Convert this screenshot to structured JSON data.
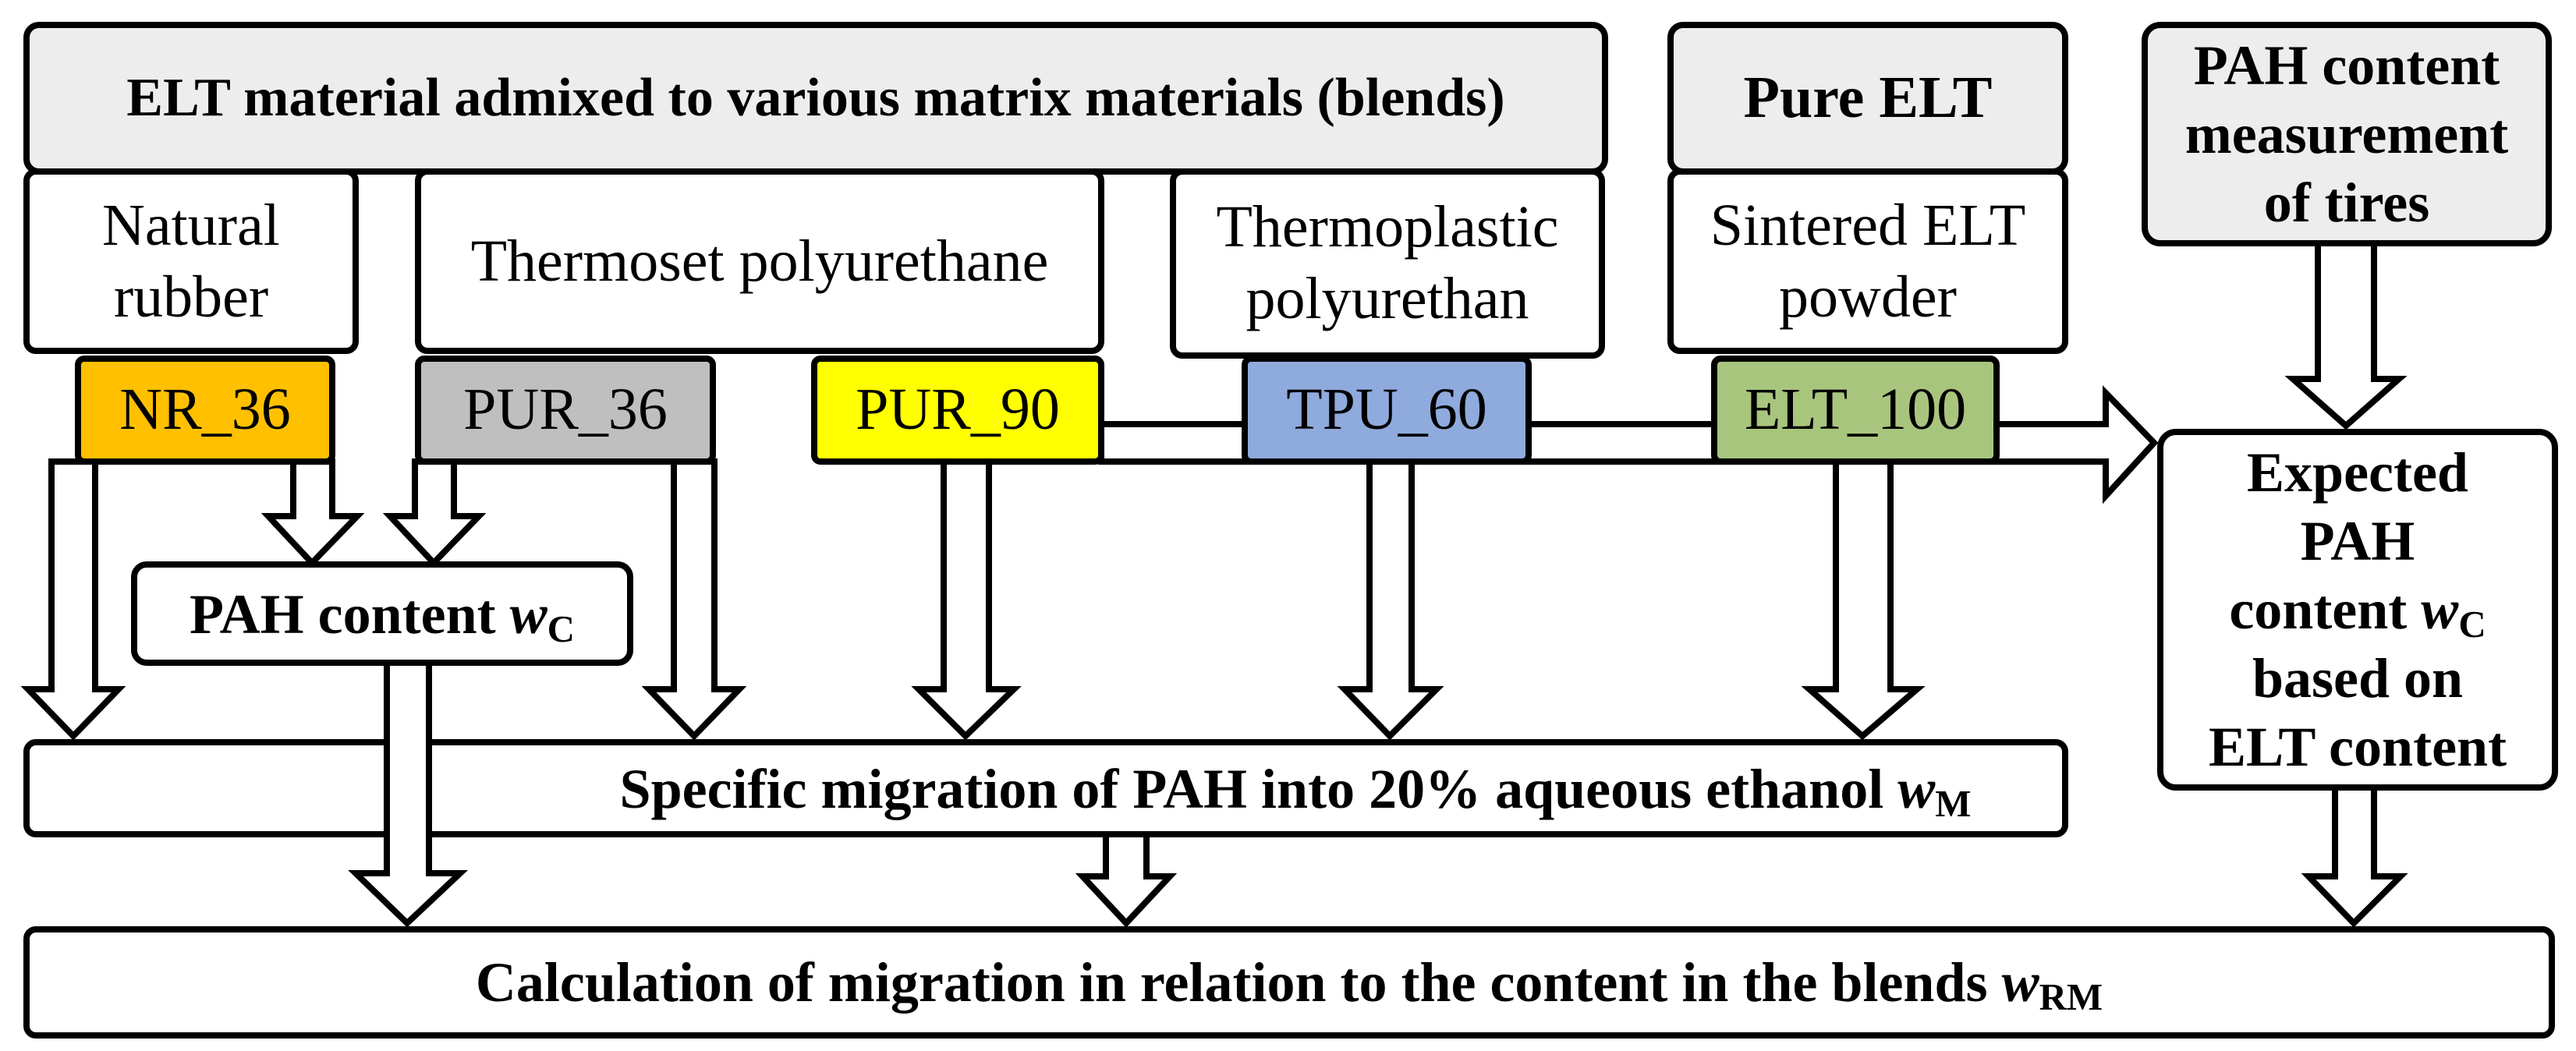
{
  "colors": {
    "canvas-bg": "#ffffff",
    "box-border": "#000000",
    "gray-fill": "#ededed",
    "nr36-fill": "#ffc000",
    "pur36-fill": "#bfbfbf",
    "pur90-fill": "#ffff00",
    "tpu60-fill": "#8faadc",
    "elt100-fill": "#a8c57e"
  },
  "header": {
    "label": "ELT material admixed to various matrix materials (blends)"
  },
  "matrix_boxes": {
    "natural_rubber": "Natural rubber",
    "thermoset_pu": "Thermoset polyurethane",
    "thermoplastic_pu": "Thermoplastic polyurethan"
  },
  "pure_elt": {
    "title": "Pure ELT",
    "subtitle": "Sintered ELT powder"
  },
  "tires_box": {
    "line1": "PAH content",
    "line2": "measurement",
    "line3": "of tires"
  },
  "samples": {
    "nr36": "NR_36",
    "pur36": "PUR_36",
    "pur90": "PUR_90",
    "tpu60": "TPU_60",
    "elt100": "ELT_100"
  },
  "pah_content_box": {
    "prefix": "PAH content ",
    "var": "w",
    "sub": "C"
  },
  "migration_bar": {
    "prefix": "Specific migration of PAH into 20% aqueous ethanol ",
    "var": "w",
    "sub": "M"
  },
  "expected_box": {
    "line1": "Expected",
    "line2": "PAH",
    "line3_prefix": "content ",
    "var": "w",
    "sub": "C",
    "line4": "based on",
    "line5": "ELT content"
  },
  "calculation_bar": {
    "prefix": "Calculation of migration in relation to the content in the blends ",
    "var": "w",
    "sub": "RM"
  }
}
